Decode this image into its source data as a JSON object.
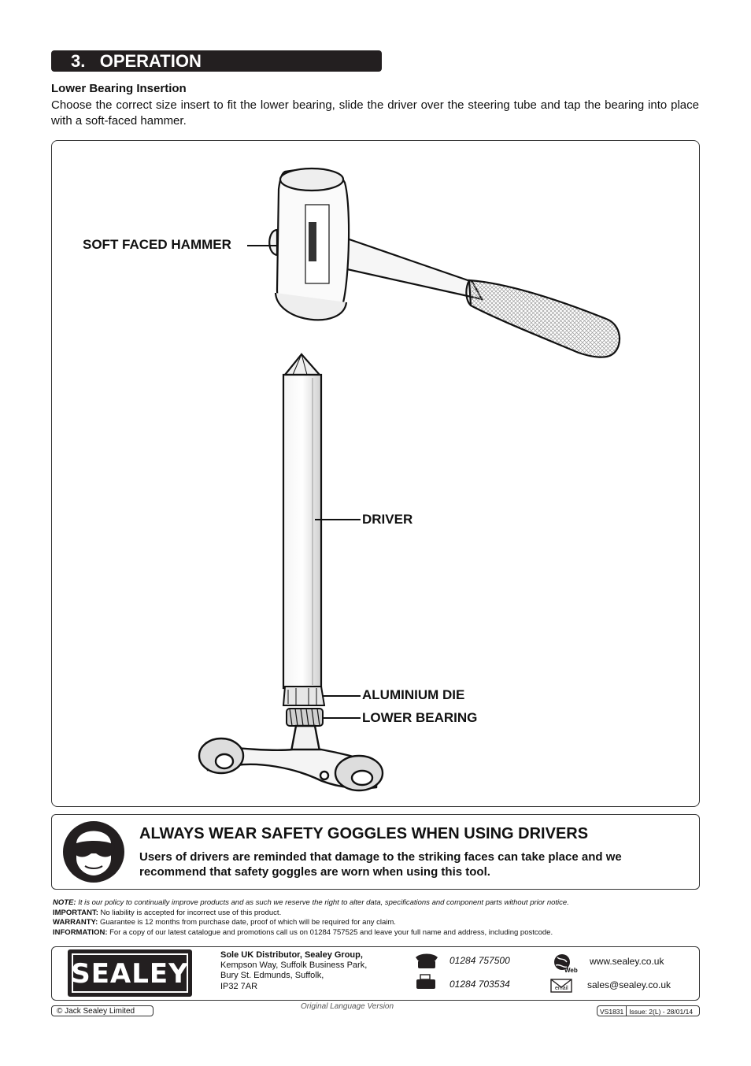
{
  "section": {
    "number": "3.",
    "title": "OPERATION"
  },
  "intro": {
    "subheading": "Lower Bearing Insertion",
    "text": "Choose the correct size insert to fit the lower bearing, slide the driver over the steering tube and tap the bearing into place with a soft-faced hammer."
  },
  "figure": {
    "labels": {
      "hammer": "SOFT FACED HAMMER",
      "driver": "DRIVER",
      "die": "ALUMINIUM DIE",
      "bearing": "LOWER BEARING"
    }
  },
  "safety": {
    "title": "ALWAYS WEAR SAFETY GOGGLES WHEN USING DRIVERS",
    "text": "Users of drivers are reminded that damage to the striking faces can take place and we recommend that safety goggles are worn when using this tool."
  },
  "notes": {
    "note_label": "NOTE:",
    "note_text": "It is our policy to continually improve products and as such we reserve the right to alter data, specifications and component parts without prior notice.",
    "important_label": "IMPORTANT:",
    "important_text": "No liability is accepted for incorrect use of this product.",
    "warranty_label": "WARRANTY:",
    "warranty_text": "Guarantee is 12 months from purchase date, proof of which will be required for any claim.",
    "information_label": "INFORMATION:",
    "information_text": "For a copy of our latest catalogue and promotions call us on 01284 757525 and leave your full name and address, including postcode."
  },
  "footer": {
    "logo": "SEALEY",
    "distributor": "Sole UK Distributor, Sealey Group,",
    "address_1": "Kempson Way, Suffolk Business Park,",
    "address_2": "Bury St. Edmunds, Suffolk,",
    "address_3": "IP32 7AR",
    "phone": "01284 757500",
    "fax": "01284 703534",
    "web_icon_label": "Web",
    "email_icon_label": "email",
    "website": "www.sealey.co.uk",
    "email": "sales@sealey.co.uk",
    "copyright": "© Jack Sealey Limited",
    "language": "Original Language Version",
    "model": "VS1831",
    "issue": "Issue: 2(L) - 28/01/14"
  },
  "colors": {
    "bar": "#231f20",
    "text": "#111111"
  }
}
